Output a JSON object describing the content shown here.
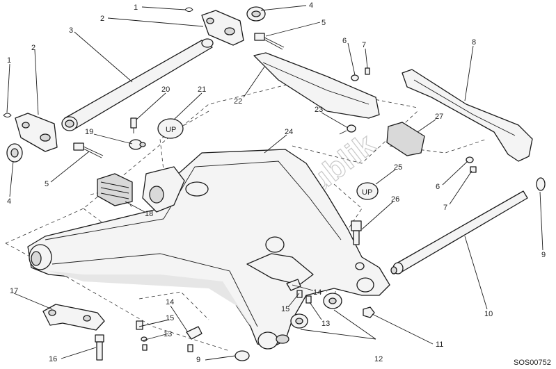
{
  "callouts": [
    {
      "id": "c1a",
      "label": "1"
    },
    {
      "id": "c2a",
      "label": "2"
    },
    {
      "id": "c3",
      "label": "3"
    },
    {
      "id": "c4a",
      "label": "4"
    },
    {
      "id": "c5a",
      "label": "5"
    },
    {
      "id": "c6a",
      "label": "6"
    },
    {
      "id": "c7a",
      "label": "7"
    },
    {
      "id": "c8",
      "label": "8"
    },
    {
      "id": "c1b",
      "label": "1"
    },
    {
      "id": "c2b",
      "label": "2"
    },
    {
      "id": "c4b",
      "label": "4"
    },
    {
      "id": "c5b",
      "label": "5"
    },
    {
      "id": "c20",
      "label": "20"
    },
    {
      "id": "c21",
      "label": "21"
    },
    {
      "id": "c22",
      "label": "22"
    },
    {
      "id": "c23",
      "label": "23"
    },
    {
      "id": "c27",
      "label": "27"
    },
    {
      "id": "c19",
      "label": "19"
    },
    {
      "id": "c24",
      "label": "24"
    },
    {
      "id": "c25",
      "label": "25"
    },
    {
      "id": "c6b",
      "label": "6"
    },
    {
      "id": "c7b",
      "label": "7"
    },
    {
      "id": "c9a",
      "label": "9"
    },
    {
      "id": "c18",
      "label": "18"
    },
    {
      "id": "c26",
      "label": "26"
    },
    {
      "id": "c10",
      "label": "10"
    },
    {
      "id": "c17",
      "label": "17"
    },
    {
      "id": "c14a",
      "label": "14"
    },
    {
      "id": "c14b",
      "label": "14"
    },
    {
      "id": "c15a",
      "label": "15"
    },
    {
      "id": "c15b",
      "label": "15"
    },
    {
      "id": "c13a",
      "label": "13"
    },
    {
      "id": "c13b",
      "label": "13"
    },
    {
      "id": "c11",
      "label": "11"
    },
    {
      "id": "c16",
      "label": "16"
    },
    {
      "id": "c9b",
      "label": "9"
    },
    {
      "id": "c12",
      "label": "12"
    }
  ],
  "watermark": "PartsRepublik",
  "drawing_code": "SOS00752"
}
